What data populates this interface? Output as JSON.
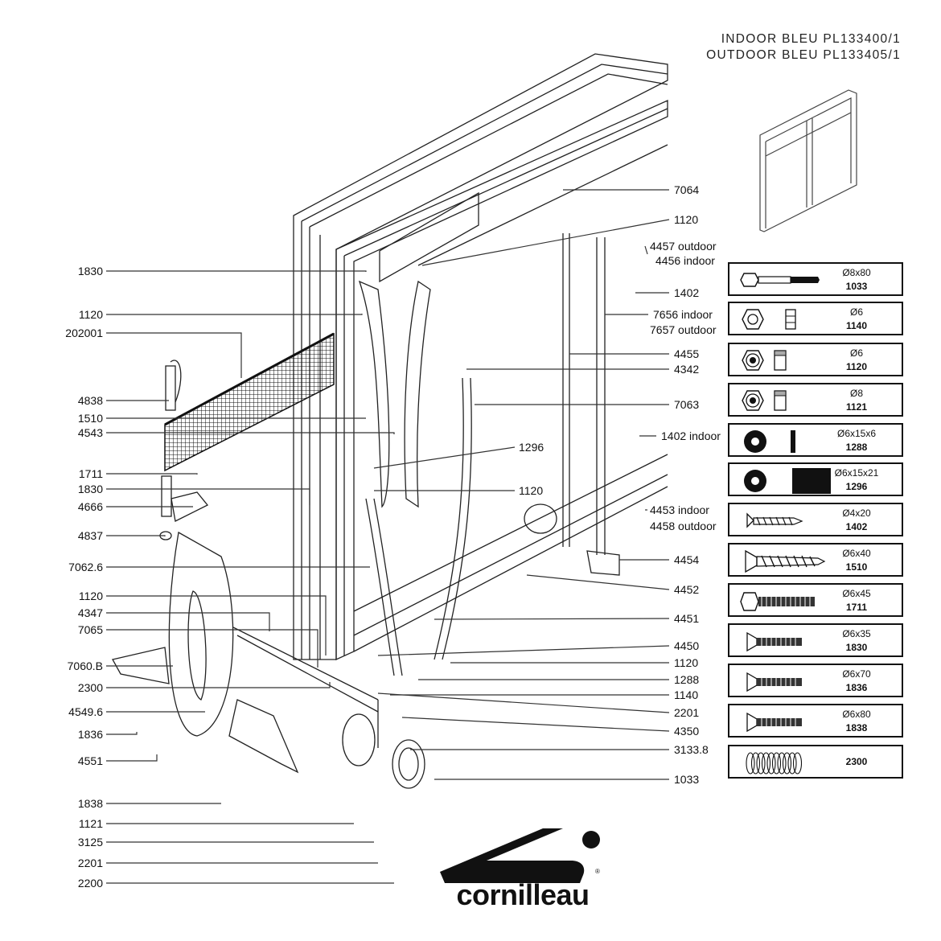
{
  "header": {
    "line1": "INDOOR  BLEU  PL133400/1",
    "line2": "OUTDOOR  BLEU  PL133405/1"
  },
  "left_labels": [
    "1830",
    "1120",
    "202001",
    "4838",
    "1510",
    "4543",
    "1711",
    "1830",
    "4666",
    "4837",
    "7062.6",
    "1120",
    "4347",
    "7065",
    "7060.B",
    "2300",
    "4549.6",
    "1836",
    "4551",
    "1838",
    "1121",
    "3125",
    "2201",
    "2200"
  ],
  "right_labels": [
    "7064",
    "1120",
    "4457 outdoor",
    "4456 indoor",
    "1402",
    "7656 indoor",
    "7657 outdoor",
    "4455",
    "4342",
    "7063",
    "1402 indoor",
    "1296",
    "1120",
    "4453 indoor",
    "4458 outdoor",
    "4454",
    "4452",
    "4451",
    "4450",
    "1120",
    "1288",
    "1140",
    "2201",
    "4350",
    "3133.8",
    "1033"
  ],
  "hardware": [
    {
      "dim": "Ø8x80",
      "ref": "1033",
      "icon": "bolt-hex-icon"
    },
    {
      "dim": "Ø6",
      "ref": "1140",
      "icon": "hex-nut-icon"
    },
    {
      "dim": "Ø6",
      "ref": "1120",
      "icon": "nylon-nut-icon"
    },
    {
      "dim": "Ø8",
      "ref": "1121",
      "icon": "nylon-nut-icon"
    },
    {
      "dim": "Ø6x15x6",
      "ref": "1288",
      "icon": "washer-thin-icon"
    },
    {
      "dim": "Ø6x15x21",
      "ref": "1296",
      "icon": "washer-thick-icon"
    },
    {
      "dim": "Ø4x20",
      "ref": "1402",
      "icon": "wood-screw-icon"
    },
    {
      "dim": "Ø6x40",
      "ref": "1510",
      "icon": "countersunk-screw-icon"
    },
    {
      "dim": "Ø6x45",
      "ref": "1711",
      "icon": "hex-bolt-icon"
    },
    {
      "dim": "Ø6x35",
      "ref": "1830",
      "icon": "countersunk-bolt-icon"
    },
    {
      "dim": "Ø6x70",
      "ref": "1836",
      "icon": "countersunk-bolt-icon"
    },
    {
      "dim": "Ø6x80",
      "ref": "1838",
      "icon": "countersunk-bolt-icon"
    },
    {
      "dim": "",
      "ref": "2300",
      "icon": "spring-icon"
    }
  ],
  "brand": {
    "name": "cornilleau",
    "reg": "®"
  }
}
